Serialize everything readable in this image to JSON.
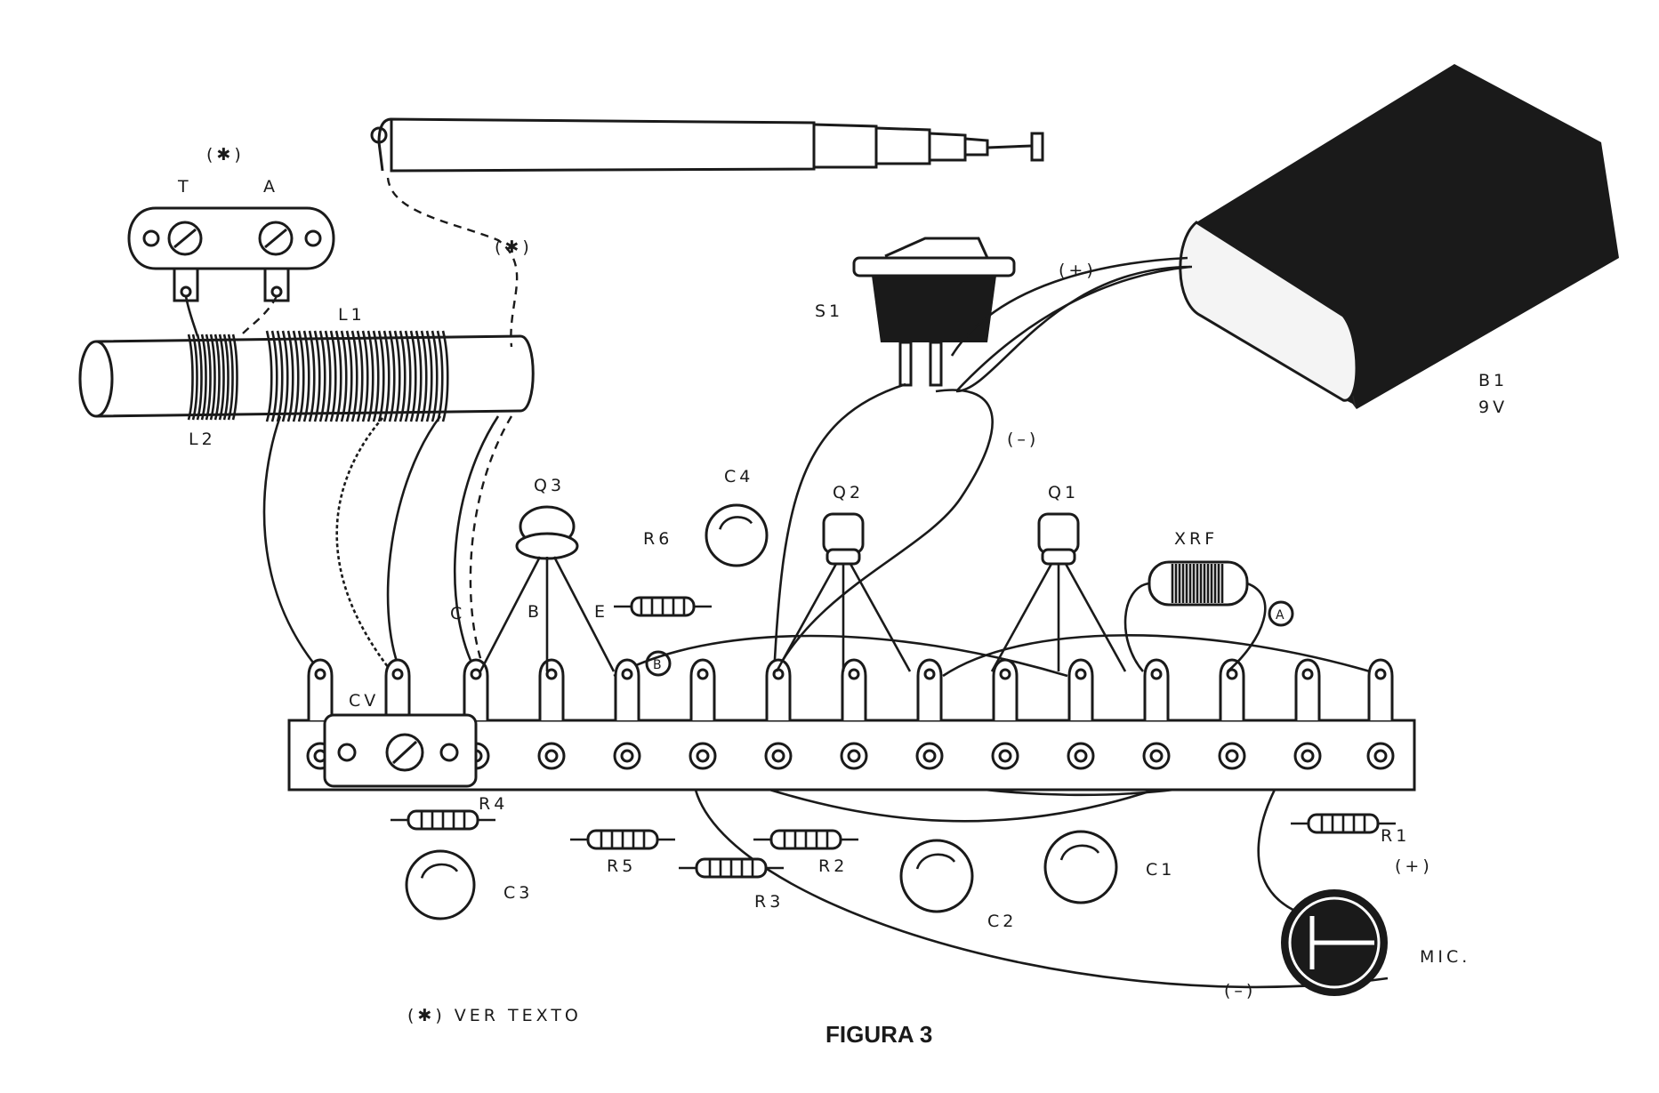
{
  "figure": {
    "title": "FIGURA 3",
    "footnote": "(✱) VER TEXTO"
  },
  "components": {
    "terminal": {
      "note": "(✱)",
      "t": "T",
      "a": "A"
    },
    "antenna_note": "(✱)",
    "l1": "L1",
    "l2": "L2",
    "cv": "CV",
    "q1": "Q1",
    "q2": "Q2",
    "q3": "Q3",
    "c1": "C1",
    "c2": "C2",
    "c3": "C3",
    "c4": "C4",
    "r1": "R1",
    "r2": "R2",
    "r3": "R3",
    "r4": "R4",
    "r5": "R5",
    "r6": "R6",
    "xrf": "XRF",
    "s1": "S1",
    "b1": "B1",
    "b1_voltage": "9V",
    "mic": "MIC.",
    "pin_c": "C",
    "pin_b": "B",
    "pin_e": "E",
    "point_a": "A",
    "point_b": "B",
    "batt_pos": "(+)",
    "batt_neg": "(–)",
    "mic_pos": "(+)",
    "mic_neg": "(–)"
  }
}
